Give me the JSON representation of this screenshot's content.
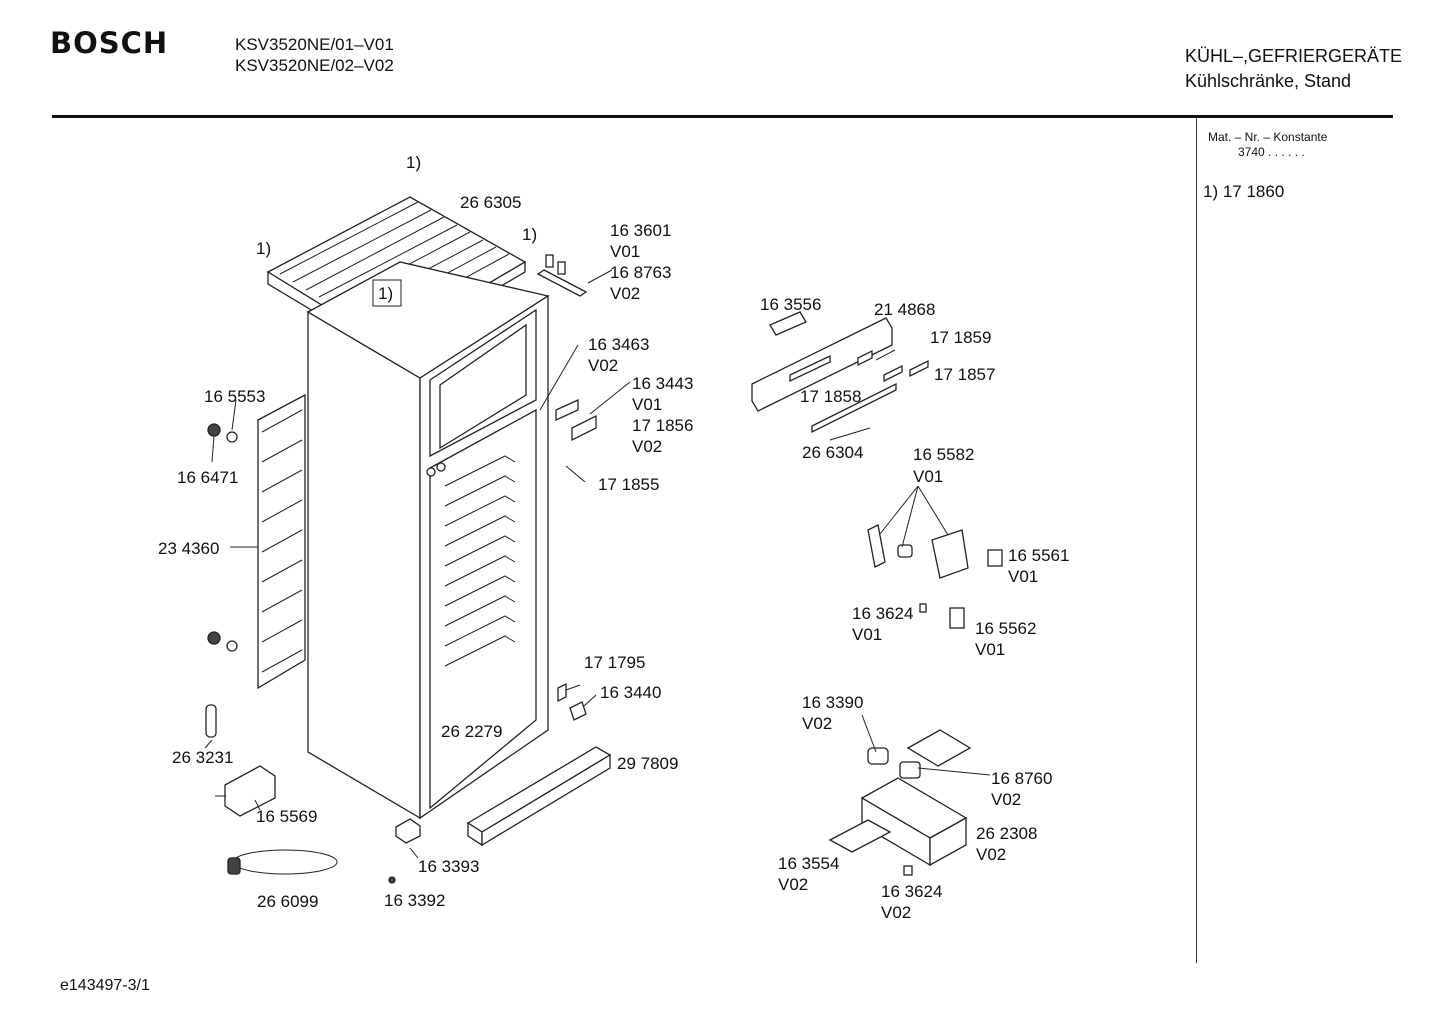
{
  "header": {
    "brand": "BOSCH",
    "model_line_1": "KSV3520NE/01–V01",
    "model_line_2": "KSV3520NE/02–V02",
    "category_line_1": "KÜHL–,GEFRIERGERÄTE",
    "category_line_2": "Kühlschränke, Stand"
  },
  "side_panel": {
    "mat_heading": "Mat. – Nr. – Konstante",
    "mat_value": "3740",
    "mat_dots": ". .   . . . .",
    "footnote": "1)  17 1860"
  },
  "footer": {
    "doc_id": "e143497-3/1"
  },
  "parts": {
    "p_note_top": "1)",
    "p_266305": "26 6305",
    "p_note_left": "1)",
    "p_note_right": "1)",
    "p_note_box": "1)",
    "p_163601": "16 3601",
    "p_163601_v": "V01",
    "p_168763": "16 8763",
    "p_168763_v": "V02",
    "p_163463": "16 3463",
    "p_163463_v": "V02",
    "p_163443": "16 3443",
    "p_163443_v": "V01",
    "p_171856": "17 1856",
    "p_171856_v": "V02",
    "p_171855": "17 1855",
    "p_165553": "16 5553",
    "p_166471": "16 6471",
    "p_234360": "23 4360",
    "p_263231": "26 3231",
    "p_165569": "16 5569",
    "p_266099": "26 6099",
    "p_163393": "16 3393",
    "p_163392": "16 3392",
    "p_262279": "26 2279",
    "p_297809": "29 7809",
    "p_171795": "17 1795",
    "p_163440": "16 3440",
    "p_163556": "16 3556",
    "p_214868": "21 4868",
    "p_171859": "17 1859",
    "p_171857": "17 1857",
    "p_171858": "17 1858",
    "p_266304": "26 6304",
    "p_165582": "16 5582",
    "p_165582_v": "V01",
    "p_165561": "16 5561",
    "p_165561_v": "V01",
    "p_163624a": "16 3624",
    "p_163624a_v": "V01",
    "p_165562": "16 5562",
    "p_165562_v": "V01",
    "p_163390": "16 3390",
    "p_163390_v": "V02",
    "p_168760": "16 8760",
    "p_168760_v": "V02",
    "p_262308": "26 2308",
    "p_262308_v": "V02",
    "p_163554": "16 3554",
    "p_163554_v": "V02",
    "p_163624b": "16 3624",
    "p_163624b_v": "V02"
  }
}
